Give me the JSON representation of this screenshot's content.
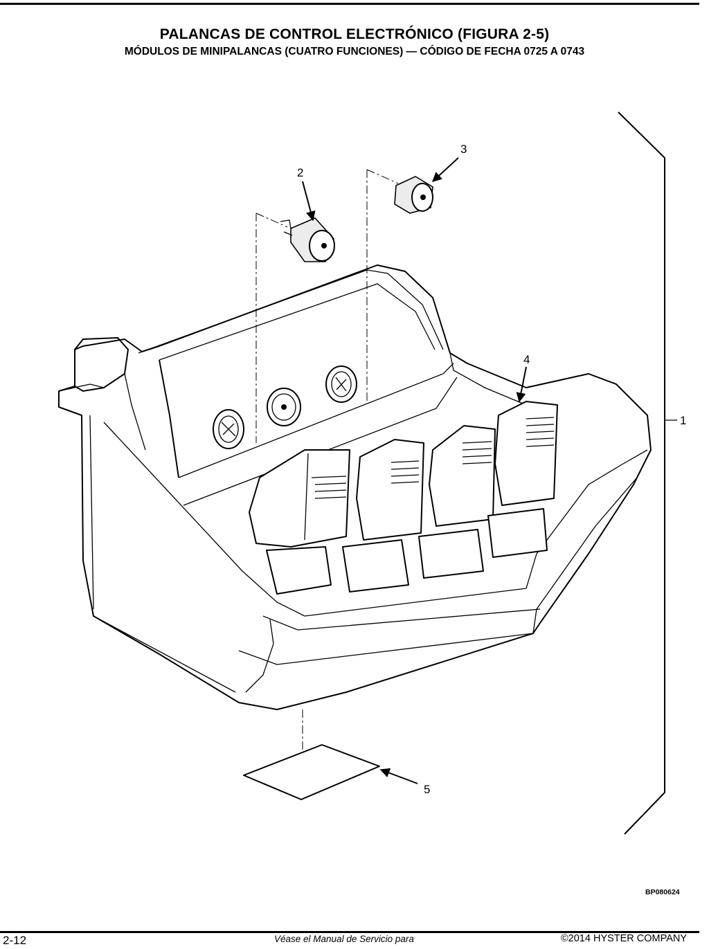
{
  "header": {
    "title": "PALANCAS DE CONTROL ELECTRÓNICO (FIGURA 2-5)",
    "subtitle": "MÓDULOS DE MINIPALANCAS (CUATRO FUNCIONES) — CÓDIGO DE FECHA 0725 A 0743"
  },
  "figure": {
    "callouts": [
      "1",
      "2",
      "3",
      "4",
      "5"
    ],
    "drawing_code": "BP080624"
  },
  "footer": {
    "page_number": "2-12",
    "reference": "Véase el Manual de Servicio para",
    "copyright": "©2014 HYSTER COMPANY"
  }
}
